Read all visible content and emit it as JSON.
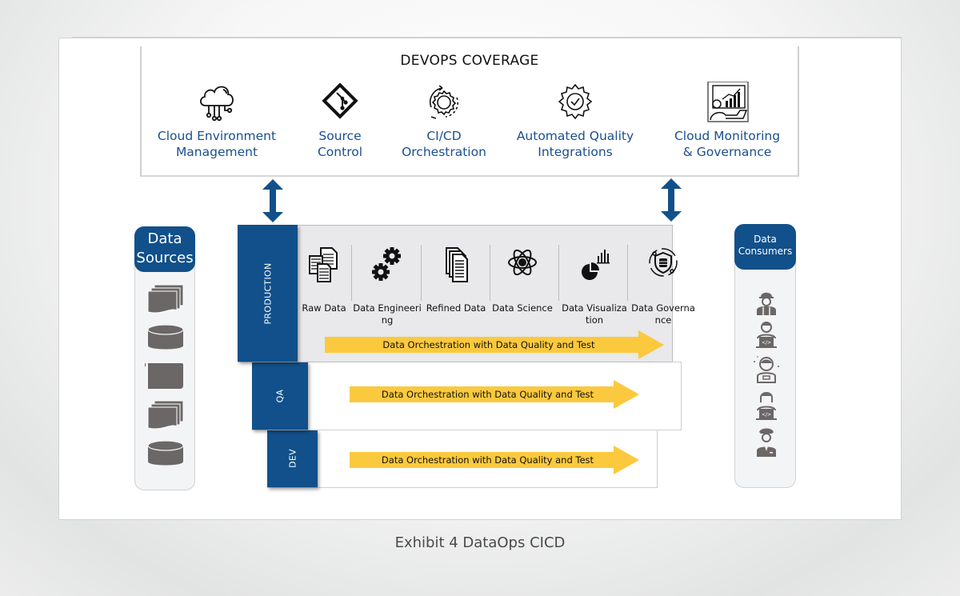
{
  "devops": {
    "title": "DEVOPS COVERAGE",
    "items": [
      {
        "label": "Cloud Environment\nManagement",
        "icon": "cloud-network-icon"
      },
      {
        "label": "Source\nControl",
        "icon": "git-icon"
      },
      {
        "label": "CI/CD\nOrchestration",
        "icon": "gear-cycle-icon"
      },
      {
        "label": "Automated Quality\nIntegrations",
        "icon": "gear-check-icon"
      },
      {
        "label": "Cloud Monitoring\n& Governance",
        "icon": "monitoring-dashboard-icon"
      }
    ]
  },
  "data_sources": {
    "title_line1": "Data",
    "title_line2": "Sources",
    "icons": [
      "multi-document-icon",
      "database-icon",
      "storage-icon",
      "multi-document-icon",
      "database-icon"
    ]
  },
  "data_consumers": {
    "title_line1": "Data",
    "title_line2": "Consumers",
    "icons": [
      "engineer-icon",
      "developer-icon",
      "astronaut-icon",
      "developer-icon",
      "officer-icon"
    ]
  },
  "environments": [
    {
      "name": "PRODUCTION",
      "pipeline": [
        {
          "label": "Raw Data",
          "icon": "raw-data-icon"
        },
        {
          "label": "Data Engineering",
          "icon": "gears-icon"
        },
        {
          "label": "Refined Data",
          "icon": "refined-data-icon"
        },
        {
          "label": "Data Science",
          "icon": "atom-icon"
        },
        {
          "label": "Data Visualization",
          "icon": "pie-chart-icon"
        },
        {
          "label": "Data Governance",
          "icon": "shield-database-icon"
        }
      ],
      "arrow_text": "Data Orchestration with Data Quality and Test"
    },
    {
      "name": "QA",
      "arrow_text": "Data Orchestration with Data Quality and Test"
    },
    {
      "name": "DEV",
      "arrow_text": "Data Orchestration with Data Quality and Test"
    }
  ],
  "caption": "Exhibit 4 DataOps CICD",
  "colors": {
    "primary_blue": "#11508a",
    "label_blue": "#1b4f8c",
    "arrow_yellow": "#fbc93d",
    "icon_grey": "#6b6767"
  }
}
